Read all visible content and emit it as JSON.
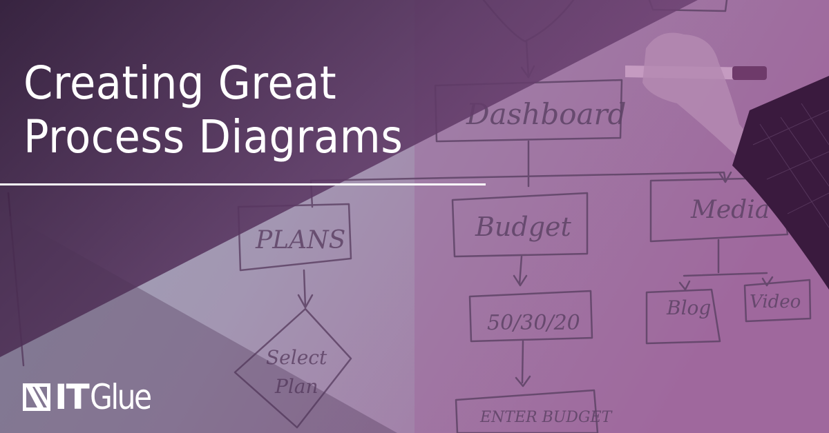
{
  "title": {
    "line1": "Creating Great",
    "line2": "Process Diagrams"
  },
  "logo": {
    "icon": "itglue-logo-icon",
    "part1": "IT",
    "part2": "Glue"
  },
  "whiteboard": {
    "nodes": [
      "Dashboard",
      "PLANS",
      "Budget",
      "Media",
      "Select Plan",
      "50/30/20",
      "Blog",
      "Video",
      "ENTER BUDGET"
    ]
  },
  "colors": {
    "dark_purple": "#2c1530",
    "mid_purple": "#6a4a72",
    "light_purple": "#9a6c9c",
    "slate_blue": "#8a9cab",
    "white": "#ffffff"
  }
}
